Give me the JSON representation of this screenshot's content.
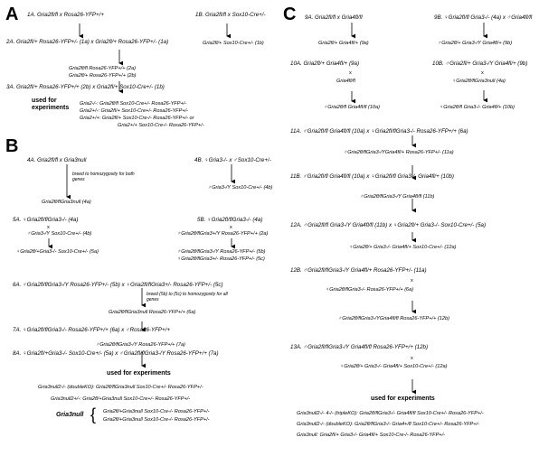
{
  "panels": {
    "A": "A",
    "B": "B",
    "C": "C"
  },
  "A": {
    "s1A": "1A. Gria2fl/fl x Rosa26-YFP+/+",
    "s1B": "1B. Gria2fl/fl x Sox10-Cre+/-",
    "s2A": "2A. Gria2fl/+ Rosa26-YFP+/- (1a) x Gria2fl/+ Rosa26-YFP+/- (1a)",
    "o1b": "Gria2fl/+ Sox10-Cre+/- (1b)",
    "o2a": "Gria2fl/fl Rosa26-YFP+/+ (2a)",
    "o2b": "Gria2fl/+ Rosa26-YFP+/+ (2b)",
    "s3A": "3A. Gria2fl/+ Rosa26-YFP+/+ (2b) x Gria2fl/+ Sox10-Cre+/- (1b)",
    "used": "used for experiments",
    "u1": "Gria2-/-: Gria2fl/fl Sox10-Cre+/- Rosa26-YFP+/-",
    "u2": "Gria2+/-: Gria2fl/+ Sox10-Cre+/- Rosa26-YFP+/-",
    "u3": "Gria2+/+: Gria2fl/+ Sox10-Cre-/- Rosa26-YFP+/- or",
    "u4": "Gria2+/+ Sox10-Cre-/- Rosa26-YFP+/-"
  },
  "B": {
    "s4A": "4A. Gria2fl/fl x Gria3null",
    "breed1": "breed to homozygosity for both genes",
    "o4a": "Gria2fl/flGria3null (4a)",
    "s4B": "4B. ♀Gria3-/- x ♂Sox10-Cre+/-",
    "o4b": "♂Gria3-/Y Sox10-Cre+/- (4b)",
    "s5A": "5A. ♀Gria2fl/flGria3-/- (4a)",
    "s5Ax": "x",
    "s5Ab": "♂Gria3-/Y Sox10-Cre+/- (4b)",
    "o5a": "♀Gria2fl/+Gria3-/- Sox10-Cre+/- (5a)",
    "s5B": "5B. ♀Gria2fl/flGria3-/- (4a)",
    "s5Bx": "x",
    "s5Bb": "♂Gria2fl/flGria3+/Y Rosa26-YFP+/+ (2a)",
    "o5b": "♂Gria2fl/flGria3-/Y Rosa26-YFP+/- (5b)",
    "o5c": "♀Gria2fl/flGria3+/- Rosa26-YFP+/- (5c)",
    "s6A": "6A. ♂Gria2fl/flGria3-/Y Rosa26-YFP+/- (5b) x ♀Gria2fl/flGria3+/- Rosa26-YFP+/- (5c)",
    "breed2": "breed (5b) to (5c) to homozygosity for all genes",
    "o6a": "Gria2fl/flGria3null Rosa26-YFP+/+ (6a)",
    "s7A": "7A. ♀Gria2fl/flGria3-/- Rosa26-YFP+/+ (6a) x ♂Rosa26-YFP+/+",
    "o7a": "♂Gria2fl/flGria3-/Y Rosa26-YFP+/+ (7a)",
    "s8A": "8A. ♀Gria2fl/+Gria3-/- Sox10-Cre+/- (5a) x ♂Gria2fl/flGria3-/Y Rosa26-YFP+/+ (7a)",
    "used": "used for experiments",
    "u1": "Gria3null2-/- (doubleKO): Gria2fl/flGria3null Sox10-Cre+/- Rosa26-YFP+/-",
    "u2": "Gria3null2+/-: Gria2fl/+Gria3null Sox10-Cre+/- Rosa26-YFP+/-",
    "u3l": "Gria3null",
    "u3": "Gria2fl/+Gria3null Sox10-Cre-/- Rosa26-YFP+/-",
    "u4": "Gria2fl/+Gria3null Sox10-Cre-/- Rosa26-YFP+/-",
    "brace": "{"
  },
  "C": {
    "s9A": "9A. Gria2fl/fl x Gria4fl/fl",
    "o9a": "Gria2fl/+ Gria4fl/+ (9a)",
    "s9B": "9B. ♀Gria2fl/fl Gria3-/- (4a) x ♂Gria4fl/fl",
    "o9b": "♂Gria2fl/+ Gria3-/Y Gria4fl/+ (9b)",
    "s10A": "10A. Gria2fl/+ Gria4fl/+ (9a)",
    "s10Ax": "x",
    "s10Ab": "Gria4fl/fl",
    "o10a": "♂Gria2fl/fl Gria4fl/fl (10a)",
    "s10B": "10B. ♂Gria2fl/+ Gria3-/Y Gria4fl/+ (9b)",
    "s10Bx": "x",
    "s10Bb": "♀Gria2fl/flGria3null (4a)",
    "o10b": "♀Gria2fl/fl Gria3-/- Gria4fl/+ (10b)",
    "s11A": "11A. ♂Gria2fl/fl Gria4fl/fl (10a) x ♀Gria2fl/flGria3-/- Rosa26-YFP+/+ (6a)",
    "o11a": "♂Gria2fl/flGria3-/YGria4fl/+ Rosa26-YFP+/- (11a)",
    "s11B": "11B. ♂Gria2fl/fl Gria4fl/fl (10a) x ♀Gria2fl/fl Gria3-/- Gria4fl/+ (10b)",
    "o11b": "♂Gria2fl/flGria3-/Y Gria4fl/fl (11b)",
    "s12A": "12A. ♂Gria2fl/fl Gria3-/Y Gria4fl/fl (11b) x ♀Gria2fl/+ Gria3-/- Sox10-Cre+/- (5a)",
    "o12a": "♀Gria2fl/+ Gria3-/- Gria4fl/+ Sox10-Cre+/- (12a)",
    "s12B": "12B. ♂Gria2fl/flGria3-/Y Gria4fl/+ Rosa26-YFP+/- (11a)",
    "s12Bx": "x",
    "s12Bb": "♀Gria2fl/flGria3-/- Rosa26-YFP+/+ (6a)",
    "o12b": "♂Gria2fl/flGria3-/YGria4fl/fl Rosa26-YFP+/+ (12b)",
    "s13A": "13A. ♂Gria2fl/flGria3-/Y Gria4fl/fl Rosa26-YFP+/+ (12b)",
    "s13Ax": "x",
    "s13Ab": "♀Gria2fl/+ Gria3-/- Gria4fl/+ Sox10-Cre+/- (12a)",
    "used": "used for experiments",
    "u1": "Gria3null2-/- 4-/- (tripleKO): Gria2fl/flGria3-/- Gria4fl/fl Sox10-Cre+/- Rosa26-YFP+/-",
    "u2": "Gria3null2-/- (doubleKO): Gria2fl/flGria3-/- Gria4+/fl Sox10-Cre+/- Rosa26-YFP+/-",
    "u3": "Gria3null: Gria2fl/+ Gria3-/- Gria4fl/+ Sox10-Cre-/- Rosa26-YFP+/-"
  }
}
